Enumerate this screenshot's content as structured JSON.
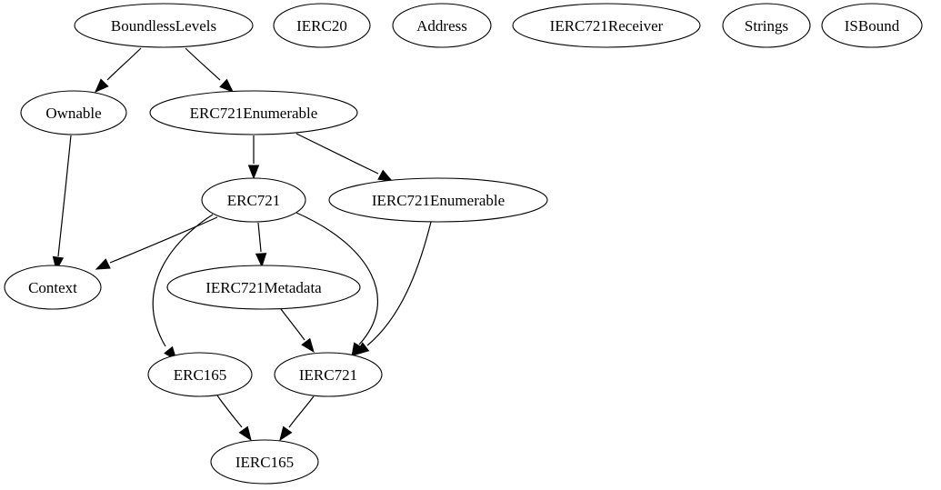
{
  "diagram": {
    "type": "inheritance-graph",
    "nodes": [
      {
        "id": "BoundlessLevels",
        "label": "BoundlessLevels"
      },
      {
        "id": "IERC20",
        "label": "IERC20"
      },
      {
        "id": "Address",
        "label": "Address"
      },
      {
        "id": "IERC721Receiver",
        "label": "IERC721Receiver"
      },
      {
        "id": "Strings",
        "label": "Strings"
      },
      {
        "id": "ISBound",
        "label": "ISBound"
      },
      {
        "id": "Ownable",
        "label": "Ownable"
      },
      {
        "id": "ERC721Enumerable",
        "label": "ERC721Enumerable"
      },
      {
        "id": "ERC721",
        "label": "ERC721"
      },
      {
        "id": "IERC721Enumerable",
        "label": "IERC721Enumerable"
      },
      {
        "id": "Context",
        "label": "Context"
      },
      {
        "id": "IERC721Metadata",
        "label": "IERC721Metadata"
      },
      {
        "id": "ERC165",
        "label": "ERC165"
      },
      {
        "id": "IERC721",
        "label": "IERC721"
      },
      {
        "id": "IERC165",
        "label": "IERC165"
      }
    ],
    "edges": [
      {
        "from": "BoundlessLevels",
        "to": "Ownable"
      },
      {
        "from": "BoundlessLevels",
        "to": "ERC721Enumerable"
      },
      {
        "from": "Ownable",
        "to": "Context"
      },
      {
        "from": "ERC721Enumerable",
        "to": "ERC721"
      },
      {
        "from": "ERC721Enumerable",
        "to": "IERC721Enumerable"
      },
      {
        "from": "ERC721",
        "to": "Context"
      },
      {
        "from": "ERC721",
        "to": "IERC721Metadata"
      },
      {
        "from": "ERC721",
        "to": "ERC165"
      },
      {
        "from": "ERC721",
        "to": "IERC721"
      },
      {
        "from": "IERC721Enumerable",
        "to": "IERC721"
      },
      {
        "from": "IERC721Metadata",
        "to": "IERC721"
      },
      {
        "from": "ERC165",
        "to": "IERC165"
      },
      {
        "from": "IERC721",
        "to": "IERC165"
      }
    ]
  }
}
